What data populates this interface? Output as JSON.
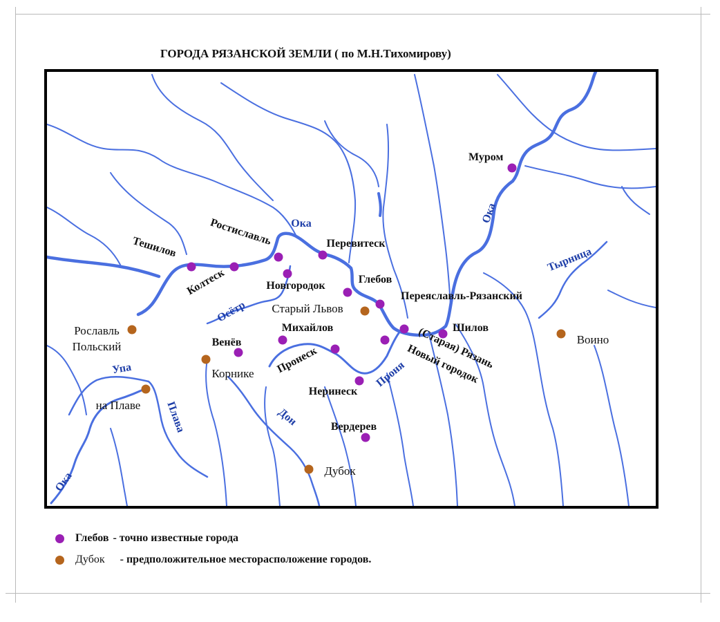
{
  "title": "ГОРОДА РЯЗАНСКОЙ ЗЕМЛИ ( по М.Н.Тихомирову)",
  "colors": {
    "river": "#4a6fe0",
    "river_label": "#1e3ea8",
    "known_city": "#9a1fb4",
    "probable_city": "#b5651d",
    "frame": "#000000"
  },
  "rivers": [
    {
      "label": "Ока"
    },
    {
      "label": "Ока"
    },
    {
      "label": "Ока"
    },
    {
      "label": "Осётр"
    },
    {
      "label": "Упа"
    },
    {
      "label": "Плава"
    },
    {
      "label": "Дон"
    },
    {
      "label": "Проня"
    },
    {
      "label": "Тырница"
    }
  ],
  "cities": [
    {
      "name": "Муром",
      "kind": "known"
    },
    {
      "name": "Ростиславль",
      "kind": "known"
    },
    {
      "name": "Тешилов",
      "kind": "known"
    },
    {
      "name": "Колтеск",
      "kind": "known"
    },
    {
      "name": "Новгородок",
      "kind": "known"
    },
    {
      "name": "Перевитеск",
      "kind": "known"
    },
    {
      "name": "Глебов",
      "kind": "known"
    },
    {
      "name": "Переяславль-Рязанский",
      "kind": "known"
    },
    {
      "name": "Старый Львов",
      "kind": "probable"
    },
    {
      "name": "Михайлов",
      "kind": "known"
    },
    {
      "name": "Венёв",
      "kind": "known"
    },
    {
      "name": "Корнике",
      "kind": "probable"
    },
    {
      "name": "Пронеск",
      "kind": "known"
    },
    {
      "name": "Неринеск",
      "kind": "known"
    },
    {
      "name": "(Старая) Рязань",
      "kind": "known"
    },
    {
      "name": "Новый городок",
      "kind": "known"
    },
    {
      "name": "Шилов",
      "kind": "known"
    },
    {
      "name": "Воино",
      "kind": "probable"
    },
    {
      "name": "Рославль Польский",
      "kind": "probable"
    },
    {
      "name": "на Плаве",
      "kind": "probable"
    },
    {
      "name": "Вердерев",
      "kind": "known"
    },
    {
      "name": "Дубок",
      "kind": "probable"
    }
  ],
  "legend": [
    {
      "kind": "known",
      "name": "Глебов",
      "desc": "- точно известные города"
    },
    {
      "kind": "probable",
      "name": "Дубок",
      "desc": "- предположительное месторасположение городов."
    }
  ]
}
